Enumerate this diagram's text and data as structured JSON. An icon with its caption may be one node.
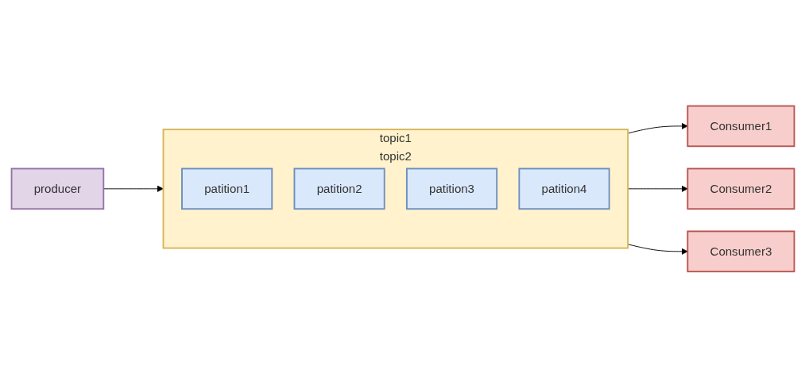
{
  "diagram": {
    "nodes": [
      {
        "text": [
          "producer"
        ]
      },
      {
        "text": [
          "topic1",
          "topic2"
        ]
      },
      {
        "text": [
          "patition1"
        ],
        "in": 1
      },
      {
        "text": [
          "patition2"
        ],
        "in": 1
      },
      {
        "text": [
          "patition3"
        ],
        "in": 1
      },
      {
        "text": [
          "patition4"
        ],
        "in": 1
      },
      {
        "text": [
          "Consumer1"
        ]
      },
      {
        "text": [
          "Consumer2"
        ]
      },
      {
        "text": [
          "Consumer3"
        ]
      }
    ],
    "edges": [
      {
        "from": 0,
        "to": 1,
        "arrow": "to"
      },
      {
        "from": 1,
        "to": 6,
        "arrow": "to"
      },
      {
        "from": 1,
        "to": 7,
        "arrow": "to"
      },
      {
        "from": 1,
        "to": 8,
        "arrow": "to"
      }
    ]
  }
}
